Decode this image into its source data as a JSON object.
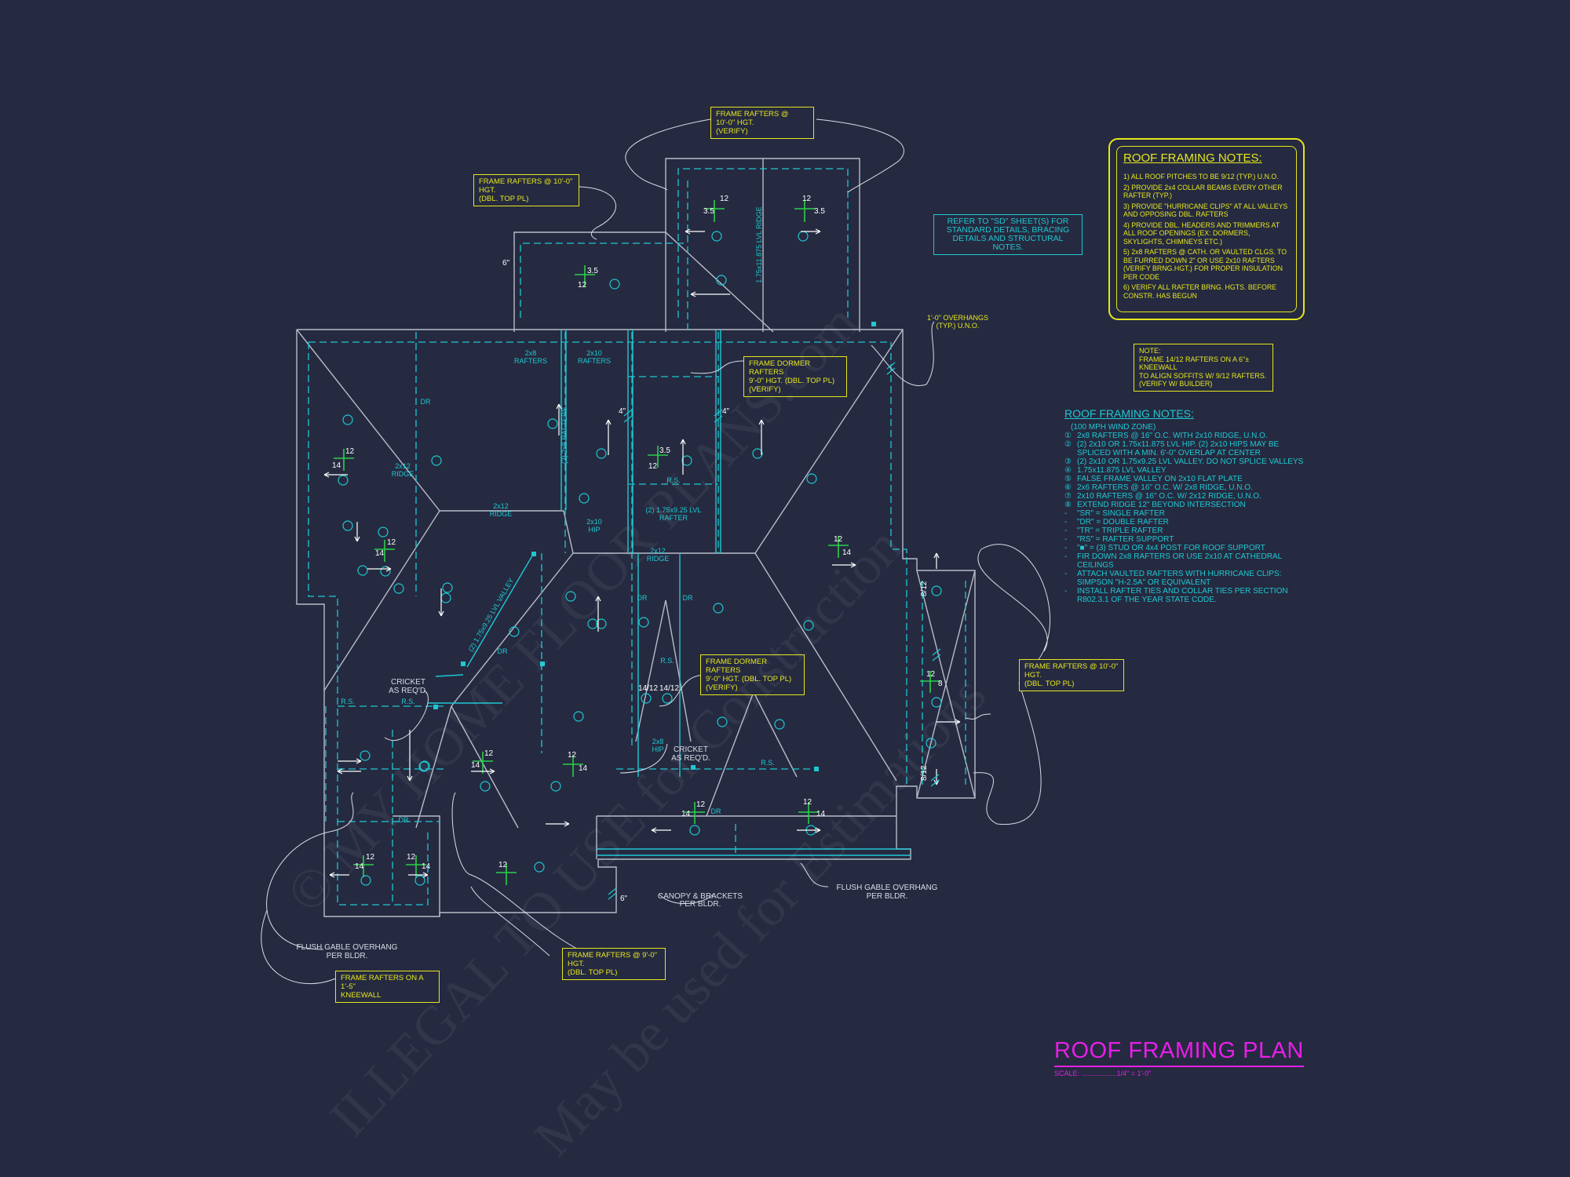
{
  "plan": {
    "labels": {
      "rafters_10_verify": [
        "FRAME RAFTERS @ 10'-0\" HGT.",
        "(VERIFY)"
      ],
      "rafters_10_dbl_top_left": [
        "FRAME RAFTERS @ 10'-0\" HGT.",
        "(DBL. TOP PL)"
      ],
      "rafters_10_dbl_top_right": [
        "FRAME RAFTERS @ 10'-0\" HGT.",
        "(DBL. TOP PL)"
      ],
      "dormer_upper": [
        "FRAME DORMER RAFTERS",
        "9'-0\" HGT. (DBL. TOP PL)",
        "(VERIFY)"
      ],
      "dormer_lower": [
        "FRAME DORMER RAFTERS",
        "9'-0\" HGT. (DBL. TOP PL)",
        "(VERIFY)"
      ],
      "rafters_9_dbl_top": [
        "FRAME RAFTERS @ 9'-0\" HGT.",
        "(DBL. TOP PL)"
      ],
      "rafters_kneewall": [
        "FRAME RAFTERS ON A 1'-5\"",
        "KNEEWALL"
      ],
      "refer_sd": [
        "REFER TO \"SD\" SHEET(S) FOR",
        "STANDARD DETAILS, BRACING",
        "DETAILS AND STRUCTURAL NOTES."
      ],
      "note_kneewall": [
        "NOTE:",
        "FRAME 14/12 RAFTERS ON A 6\"± KNEEWALL",
        "TO ALIGN SOFFITS W/ 9/12 RAFTERS.",
        "(VERIFY W/ BUILDER)"
      ]
    },
    "annotations": {
      "overhangs": [
        "1'-0\" OVERHANGS",
        "(TYP.) U.N.O."
      ],
      "cricket_left": [
        "CRICKET",
        "AS REQ'D."
      ],
      "cricket_center": [
        "CRICKET",
        "AS REQ'D."
      ],
      "flush_gable_left": [
        "FLUSH GABLE OVERHANG",
        "PER BLDR."
      ],
      "flush_gable_right": [
        "FLUSH GABLE OVERHANG",
        "PER BLDR."
      ],
      "canopy": [
        "CANOPY & BRACKETS",
        "PER BLDR."
      ],
      "rafters_2x8": [
        "2x8",
        "RAFTERS"
      ],
      "rafters_2x10": [
        "2x10",
        "RAFTERS"
      ],
      "lvl_rafter": [
        "(2) 1.75x9.25 LVL",
        "RAFTER"
      ],
      "ridge_2x12": [
        "2x12",
        "RIDGE"
      ],
      "hip_2x10": [
        "2x10",
        "HIP"
      ],
      "hip_2x8": [
        "2x8",
        "HIP"
      ],
      "dr": "DR",
      "rs": "R.S.",
      "rafters_2x8_vert": "(2) 2x8 RAFTERS",
      "lvl_ridge_vert": "1.75x11.875 LVL RIDGE",
      "valley_vert": "(2) 1.75x9.25 LVL VALLEY"
    },
    "pitch_numbers": [
      "12",
      "14",
      "3.5",
      "8",
      "14/12",
      "8/12",
      "6\"",
      "4\""
    ],
    "callouts": [
      "1",
      "2",
      "3",
      "4",
      "5",
      "6",
      "7"
    ]
  },
  "notes_yellow": {
    "title": "ROOF FRAMING NOTES:",
    "items": [
      "1) ALL ROOF PITCHES TO BE  9/12 (TYP.) U.N.O.",
      "2) PROVIDE 2x4 COLLAR BEAMS EVERY OTHER RAFTER (TYP.)",
      "3) PROVIDE \"HURRICANE CLIPS\" AT ALL VALLEYS AND OPPOSING DBL. RAFTERS",
      "4) PROVIDE DBL. HEADERS AND TRIMMERS AT ALL ROOF OPENINGS (EX: DORMERS, SKYLIGHTS, CHIMNEYS ETC.)",
      "5) 2x8 RAFTERS @ CATH. OR VAULTED CLGS. TO BE FURRED DOWN 2\" OR USE 2x10 RAFTERS (VERIFY BRNG.HGT.) FOR PROPER INSULATION PER CODE",
      "6) VERIFY ALL RAFTER BRNG. HGTS. BEFORE CONSTR. HAS BEGUN"
    ]
  },
  "notes_cyan": {
    "title": "ROOF FRAMING NOTES:",
    "zone": "(100 MPH WIND ZONE)",
    "items": [
      {
        "n": "①",
        "t": "2x8 RAFTERS @ 16\" O.C. WITH 2x10 RIDGE, U.N.O."
      },
      {
        "n": "②",
        "t": "(2) 2x10 OR 1.75x11.875 LVL HIP. (2) 2x10 HIPS MAY BE SPLICED WITH A MIN. 6'-0\" OVERLAP AT CENTER"
      },
      {
        "n": "③",
        "t": "(2) 2x10 OR 1.75x9.25 LVL VALLEY. DO NOT SPLICE VALLEYS"
      },
      {
        "n": "④",
        "t": "1.75x11.875 LVL VALLEY"
      },
      {
        "n": "⑤",
        "t": "FALSE FRAME VALLEY ON 2x10 FLAT PLATE"
      },
      {
        "n": "⑥",
        "t": "2x6 RAFTERS @ 16\" O.C. W/ 2x8 RIDGE, U.N.O."
      },
      {
        "n": "⑦",
        "t": "2x10 RAFTERS @ 16\" O.C. W/ 2x12 RIDGE, U.N.O."
      },
      {
        "n": "⑧",
        "t": "EXTEND RIDGE 12\" BEYOND INTERSECTION"
      },
      {
        "n": "-",
        "t": "\"SR\" = SINGLE RAFTER"
      },
      {
        "n": "-",
        "t": "\"DR\" = DOUBLE RAFTER"
      },
      {
        "n": "-",
        "t": "\"TR\" = TRIPLE RAFTER"
      },
      {
        "n": "-",
        "t": "\"RS\" = RAFTER SUPPORT"
      },
      {
        "n": "-",
        "t": "\"■\" = (3) STUD OR 4x4 POST FOR ROOF SUPPORT"
      },
      {
        "n": "-",
        "t": "FIR DOWN 2x8 RAFTERS OR USE 2x10 AT CATHEDRAL CEILINGS"
      },
      {
        "n": "-",
        "t": "ATTACH VAULTED RAFTERS WITH HURRICANE CLIPS: SIMPSON \"H-2.5A\" OR EQUIVALENT"
      },
      {
        "n": "-",
        "t": "INSTALL RAFTER TIES AND COLLAR TIES PER SECTION R802.3.1 OF THE YEAR STATE CODE."
      }
    ]
  },
  "title_block": {
    "title": "ROOF FRAMING PLAN",
    "scale": "SCALE: ..................1/4\" = 1'-0\""
  },
  "watermark": {
    "lines": [
      "© MY HOME FLOOR PLANS.com",
      "ILLEGAL TO USE for Construction",
      "May be used for Estimations"
    ]
  },
  "colors": {
    "background": "#252a40",
    "outline": "#b8bcc8",
    "framing": "#1ec8d2",
    "notes": "#e6e61e",
    "title": "#e81ee8",
    "pitch_marker": "#2ad04a"
  }
}
